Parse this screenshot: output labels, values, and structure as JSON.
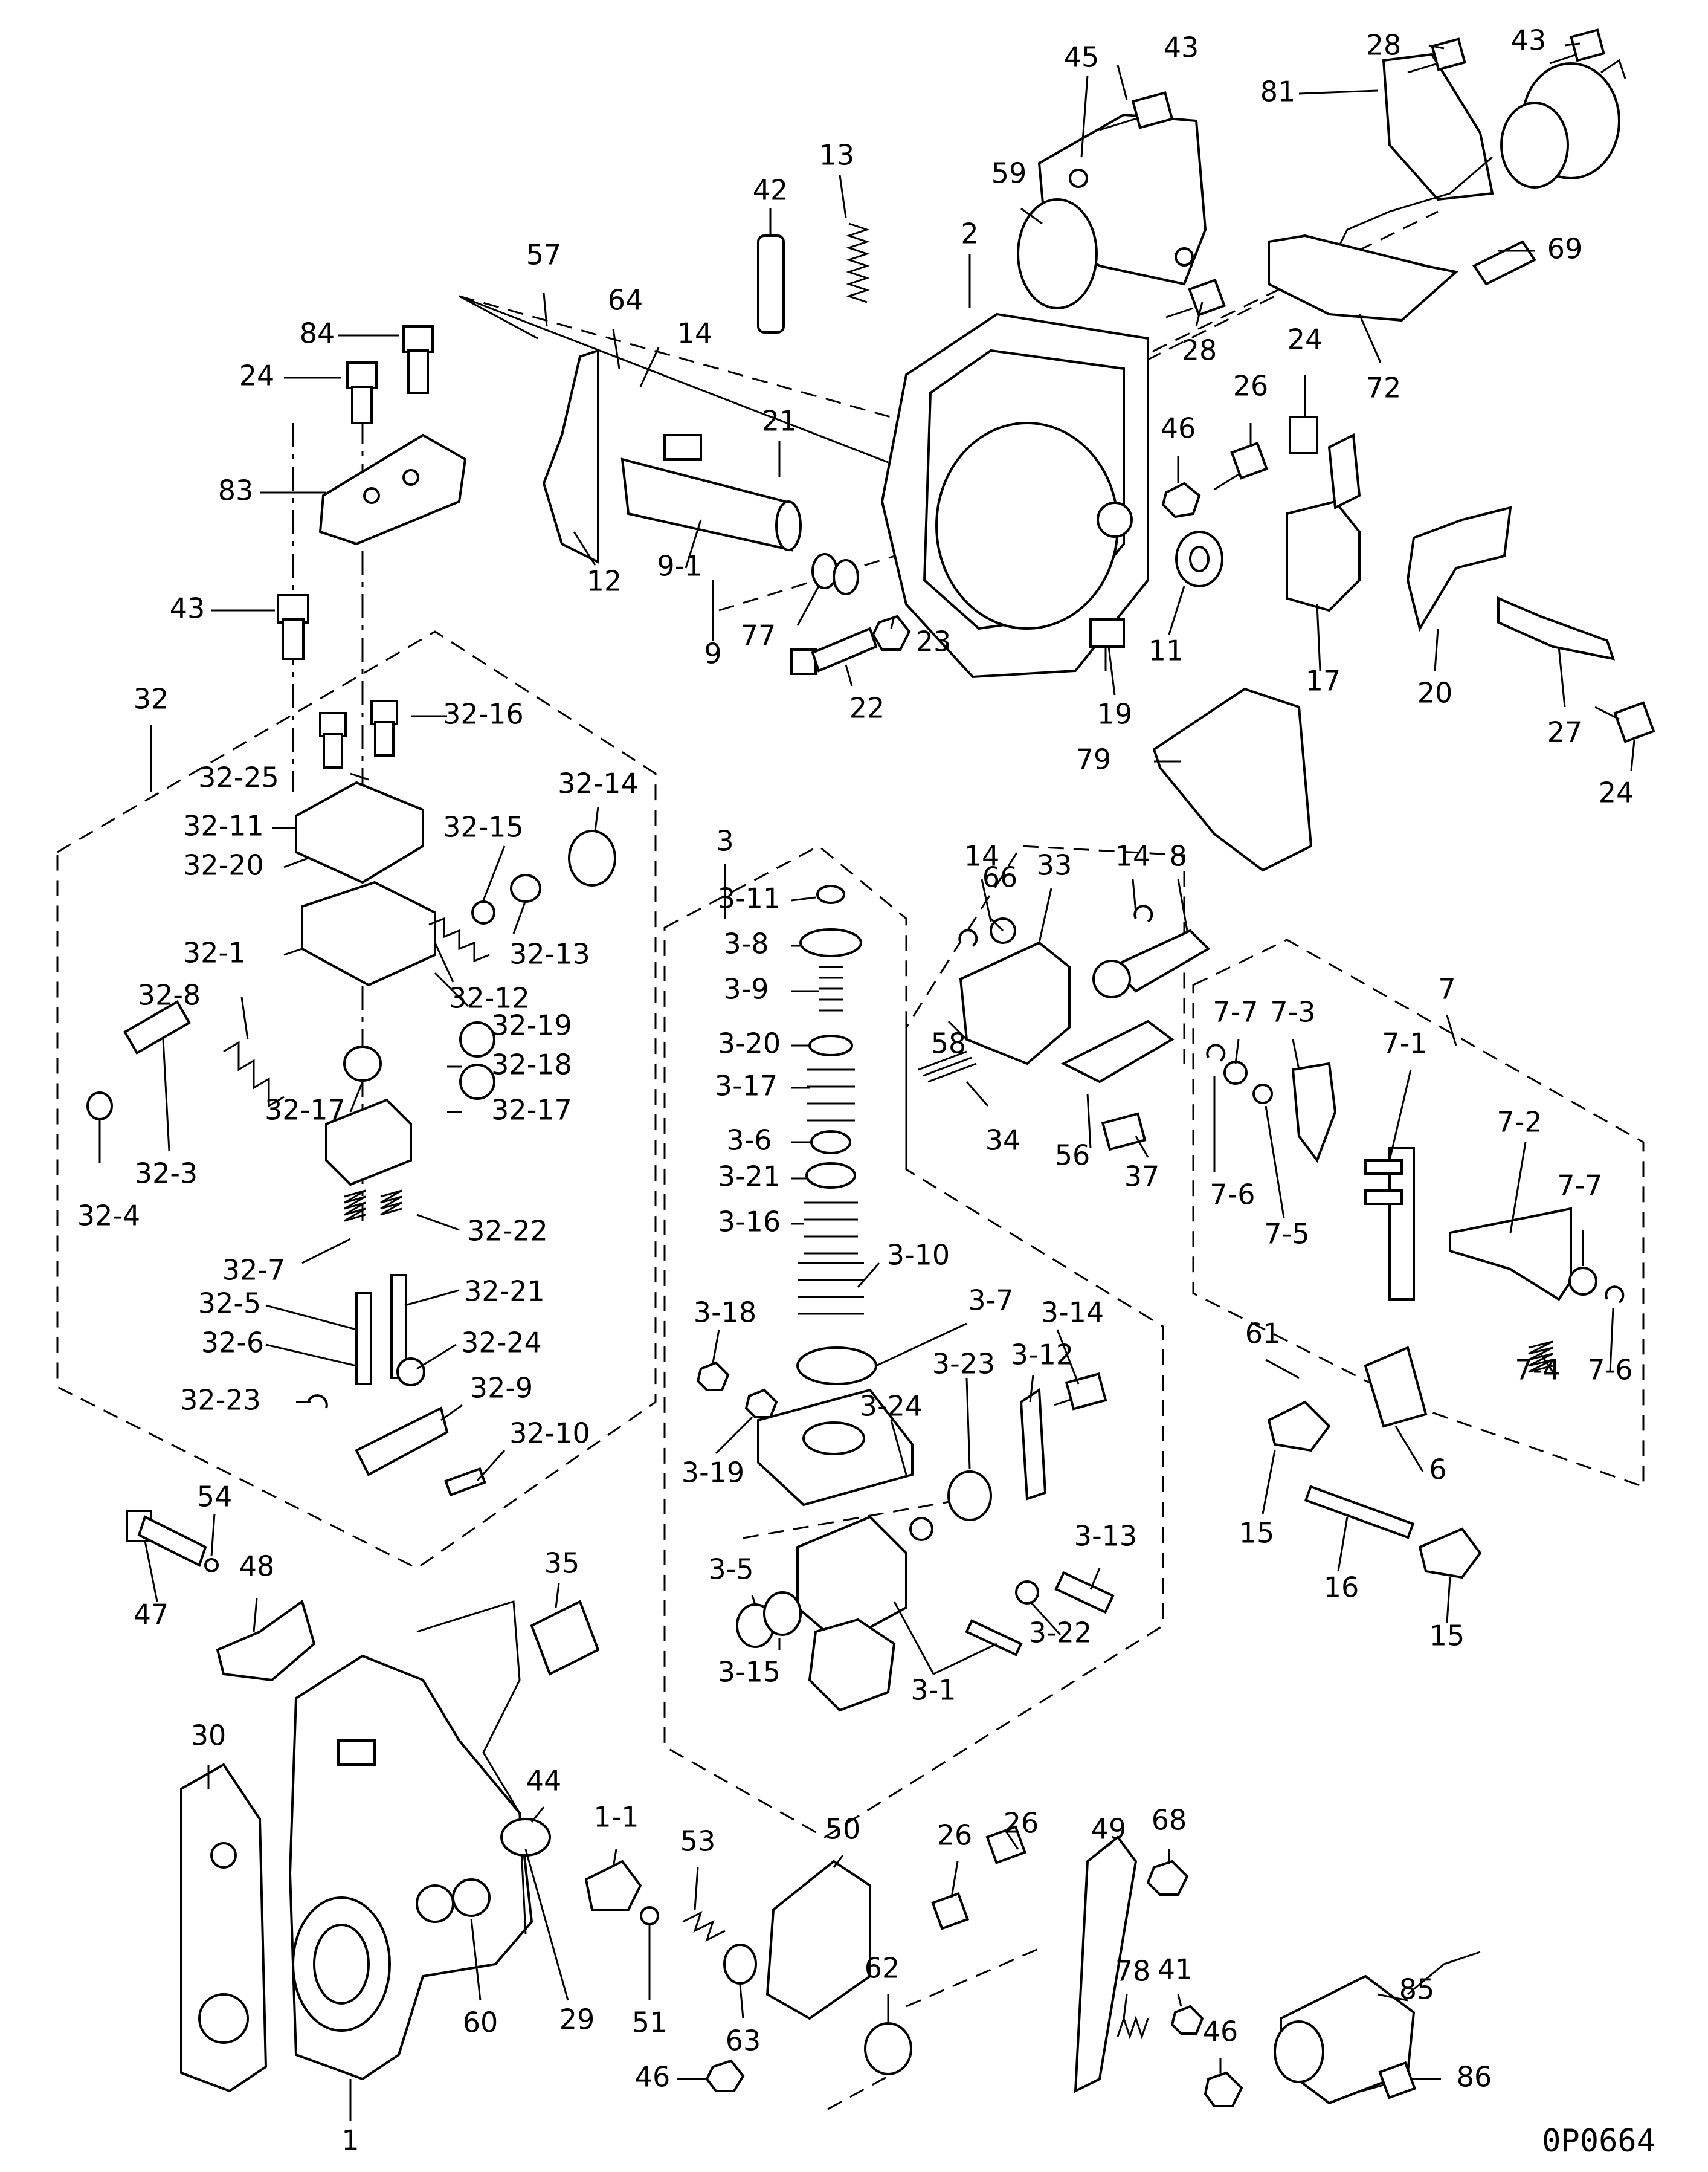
{
  "drawing_code": "0P0664",
  "callouts": {
    "c43a": "43",
    "c45": "45",
    "c28a": "28",
    "c43b": "43",
    "c81": "81",
    "c13": "13",
    "c42": "42",
    "c59": "59",
    "c2": "2",
    "c69": "69",
    "c57": "57",
    "c84": "84",
    "c24a": "24",
    "c64": "64",
    "c14a": "14",
    "c28b": "28",
    "c72": "72",
    "c26a": "26",
    "c24b": "24",
    "c46a": "46",
    "c21": "21",
    "c83": "83",
    "c12": "12",
    "c9-1": "9-1",
    "c77": "77",
    "c9": "9",
    "c23": "23",
    "c11": "11",
    "c17": "17",
    "c43c": "43",
    "c22": "22",
    "c19": "19",
    "c20": "20",
    "c27": "27",
    "c32": "32",
    "c32-16": "32-16",
    "c32-25": "32-25",
    "c79": "79",
    "c24c": "24",
    "c32-11": "32-11",
    "c32-14": "32-14",
    "c32-20": "32-20",
    "c32-15": "32-15",
    "c3": "3",
    "c14b": "14",
    "c66": "66",
    "c33": "33",
    "c14c": "14",
    "c8": "8",
    "c3-11": "3-11",
    "c32-13": "32-13",
    "c3-8": "3-8",
    "c32-1": "32-1",
    "c32-12": "32-12",
    "c3-9": "3-9",
    "c32-8": "32-8",
    "c32-19": "32-19",
    "c3-20": "3-20",
    "c7": "7",
    "c58": "58",
    "c7-7a": "7-7",
    "c7-3": "7-3",
    "c32-18": "32-18",
    "c3-17": "3-17",
    "c32-17a": "32-17",
    "c32-17b": "32-17",
    "c34": "34",
    "c7-1": "7-1",
    "c3-6": "3-6",
    "c56": "56",
    "c37": "37",
    "c32-3": "32-3",
    "c7-2": "7-2",
    "c3-21": "3-21",
    "c7-6a": "7-6",
    "c32-4": "32-4",
    "c7-5": "7-5",
    "c3-16": "3-16",
    "c32-22": "32-22",
    "c7-7b": "7-7",
    "c3-10": "3-10",
    "c32-7": "32-7",
    "c32-21": "32-21",
    "c3-7": "3-7",
    "c32-5": "32-5",
    "c3-18": "3-18",
    "c3-14": "3-14",
    "c61": "61",
    "c32-6": "32-6",
    "c32-24": "32-24",
    "c3-23": "3-23",
    "c3-12": "3-12",
    "c7-4": "7-4",
    "c7-6b": "7-6",
    "c32-9": "32-9",
    "c32-23": "32-23",
    "c3-24": "3-24",
    "c32-10": "32-10",
    "c6": "6",
    "c3-19": "3-19",
    "c54": "54",
    "c15a": "15",
    "c16": "16",
    "c3-13": "3-13",
    "c48": "48",
    "c35": "35",
    "c3-5": "3-5",
    "c47": "47",
    "c3-22": "3-22",
    "c15b": "15",
    "c3-15": "3-15",
    "c3-1": "3-1",
    "c30": "30",
    "c44": "44",
    "c1-1": "1-1",
    "c53": "53",
    "c50": "50",
    "c26b": "26",
    "c49": "49",
    "c68": "68",
    "c26c": "26",
    "c62": "62",
    "c29": "29",
    "c60": "60",
    "c51": "51",
    "c63": "63",
    "c85": "85",
    "c78": "78",
    "c41": "41",
    "c46b": "46",
    "c86": "86",
    "c46c": "46",
    "c1": "1"
  }
}
